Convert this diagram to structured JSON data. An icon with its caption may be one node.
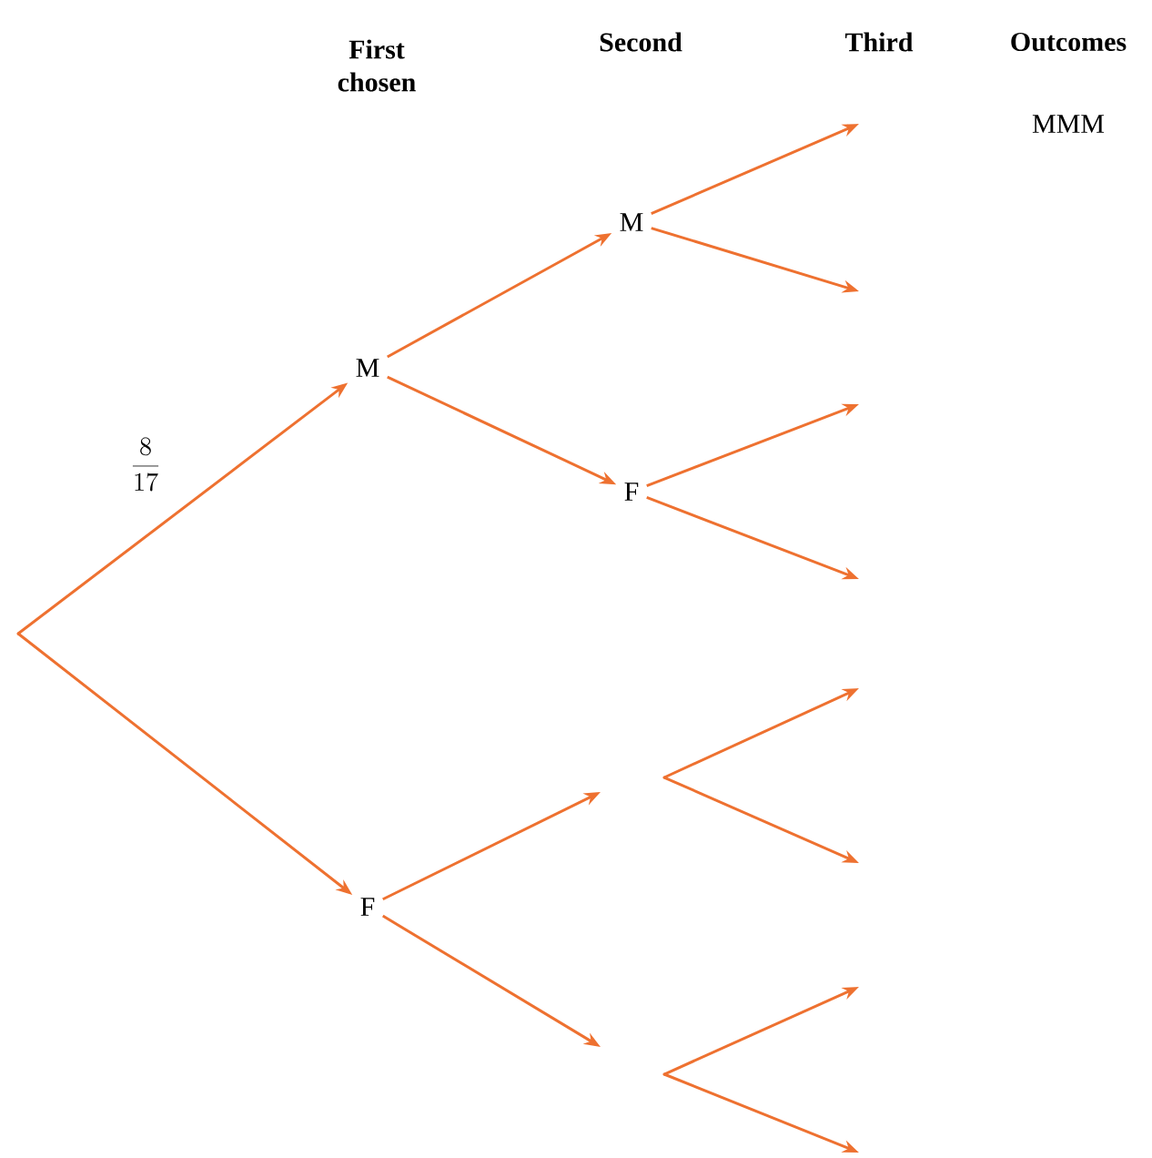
{
  "diagram": {
    "nodes": [
      {
        "text": [],
        "shape": "point"
      },
      {
        "text": [
          "M"
        ]
      },
      {
        "text": [
          "F"
        ]
      },
      {
        "text": [
          "M"
        ]
      },
      {
        "text": [
          "F"
        ]
      },
      {
        "text": [],
        "shape": "point"
      },
      {
        "text": [],
        "shape": "point"
      }
    ],
    "edges": [
      {
        "from": 0,
        "to": 1,
        "arrow": "to",
        "label": "\\frac{8}{17}"
      },
      {
        "from": 0,
        "to": 2,
        "arrow": "to"
      },
      {
        "from": 1,
        "to": 3,
        "arrow": "to"
      },
      {
        "from": 1,
        "to": 4,
        "arrow": "to"
      },
      {
        "from": 2,
        "to": null,
        "arrow": "to"
      },
      {
        "from": 2,
        "to": null,
        "arrow": "to"
      },
      {
        "from": 3,
        "to": null,
        "arrow": "to"
      },
      {
        "from": 3,
        "to": null,
        "arrow": "to"
      },
      {
        "from": 4,
        "to": null,
        "arrow": "to"
      },
      {
        "from": 4,
        "to": null,
        "arrow": "to"
      },
      {
        "from": 5,
        "to": null,
        "arrow": "to"
      },
      {
        "from": 5,
        "to": null,
        "arrow": "to"
      },
      {
        "from": 6,
        "to": null,
        "arrow": "to"
      },
      {
        "from": 6,
        "to": null,
        "arrow": "to"
      }
    ],
    "labels": [
      "First chosen",
      "Second",
      "Third",
      "Outcomes",
      "MMM"
    ]
  }
}
